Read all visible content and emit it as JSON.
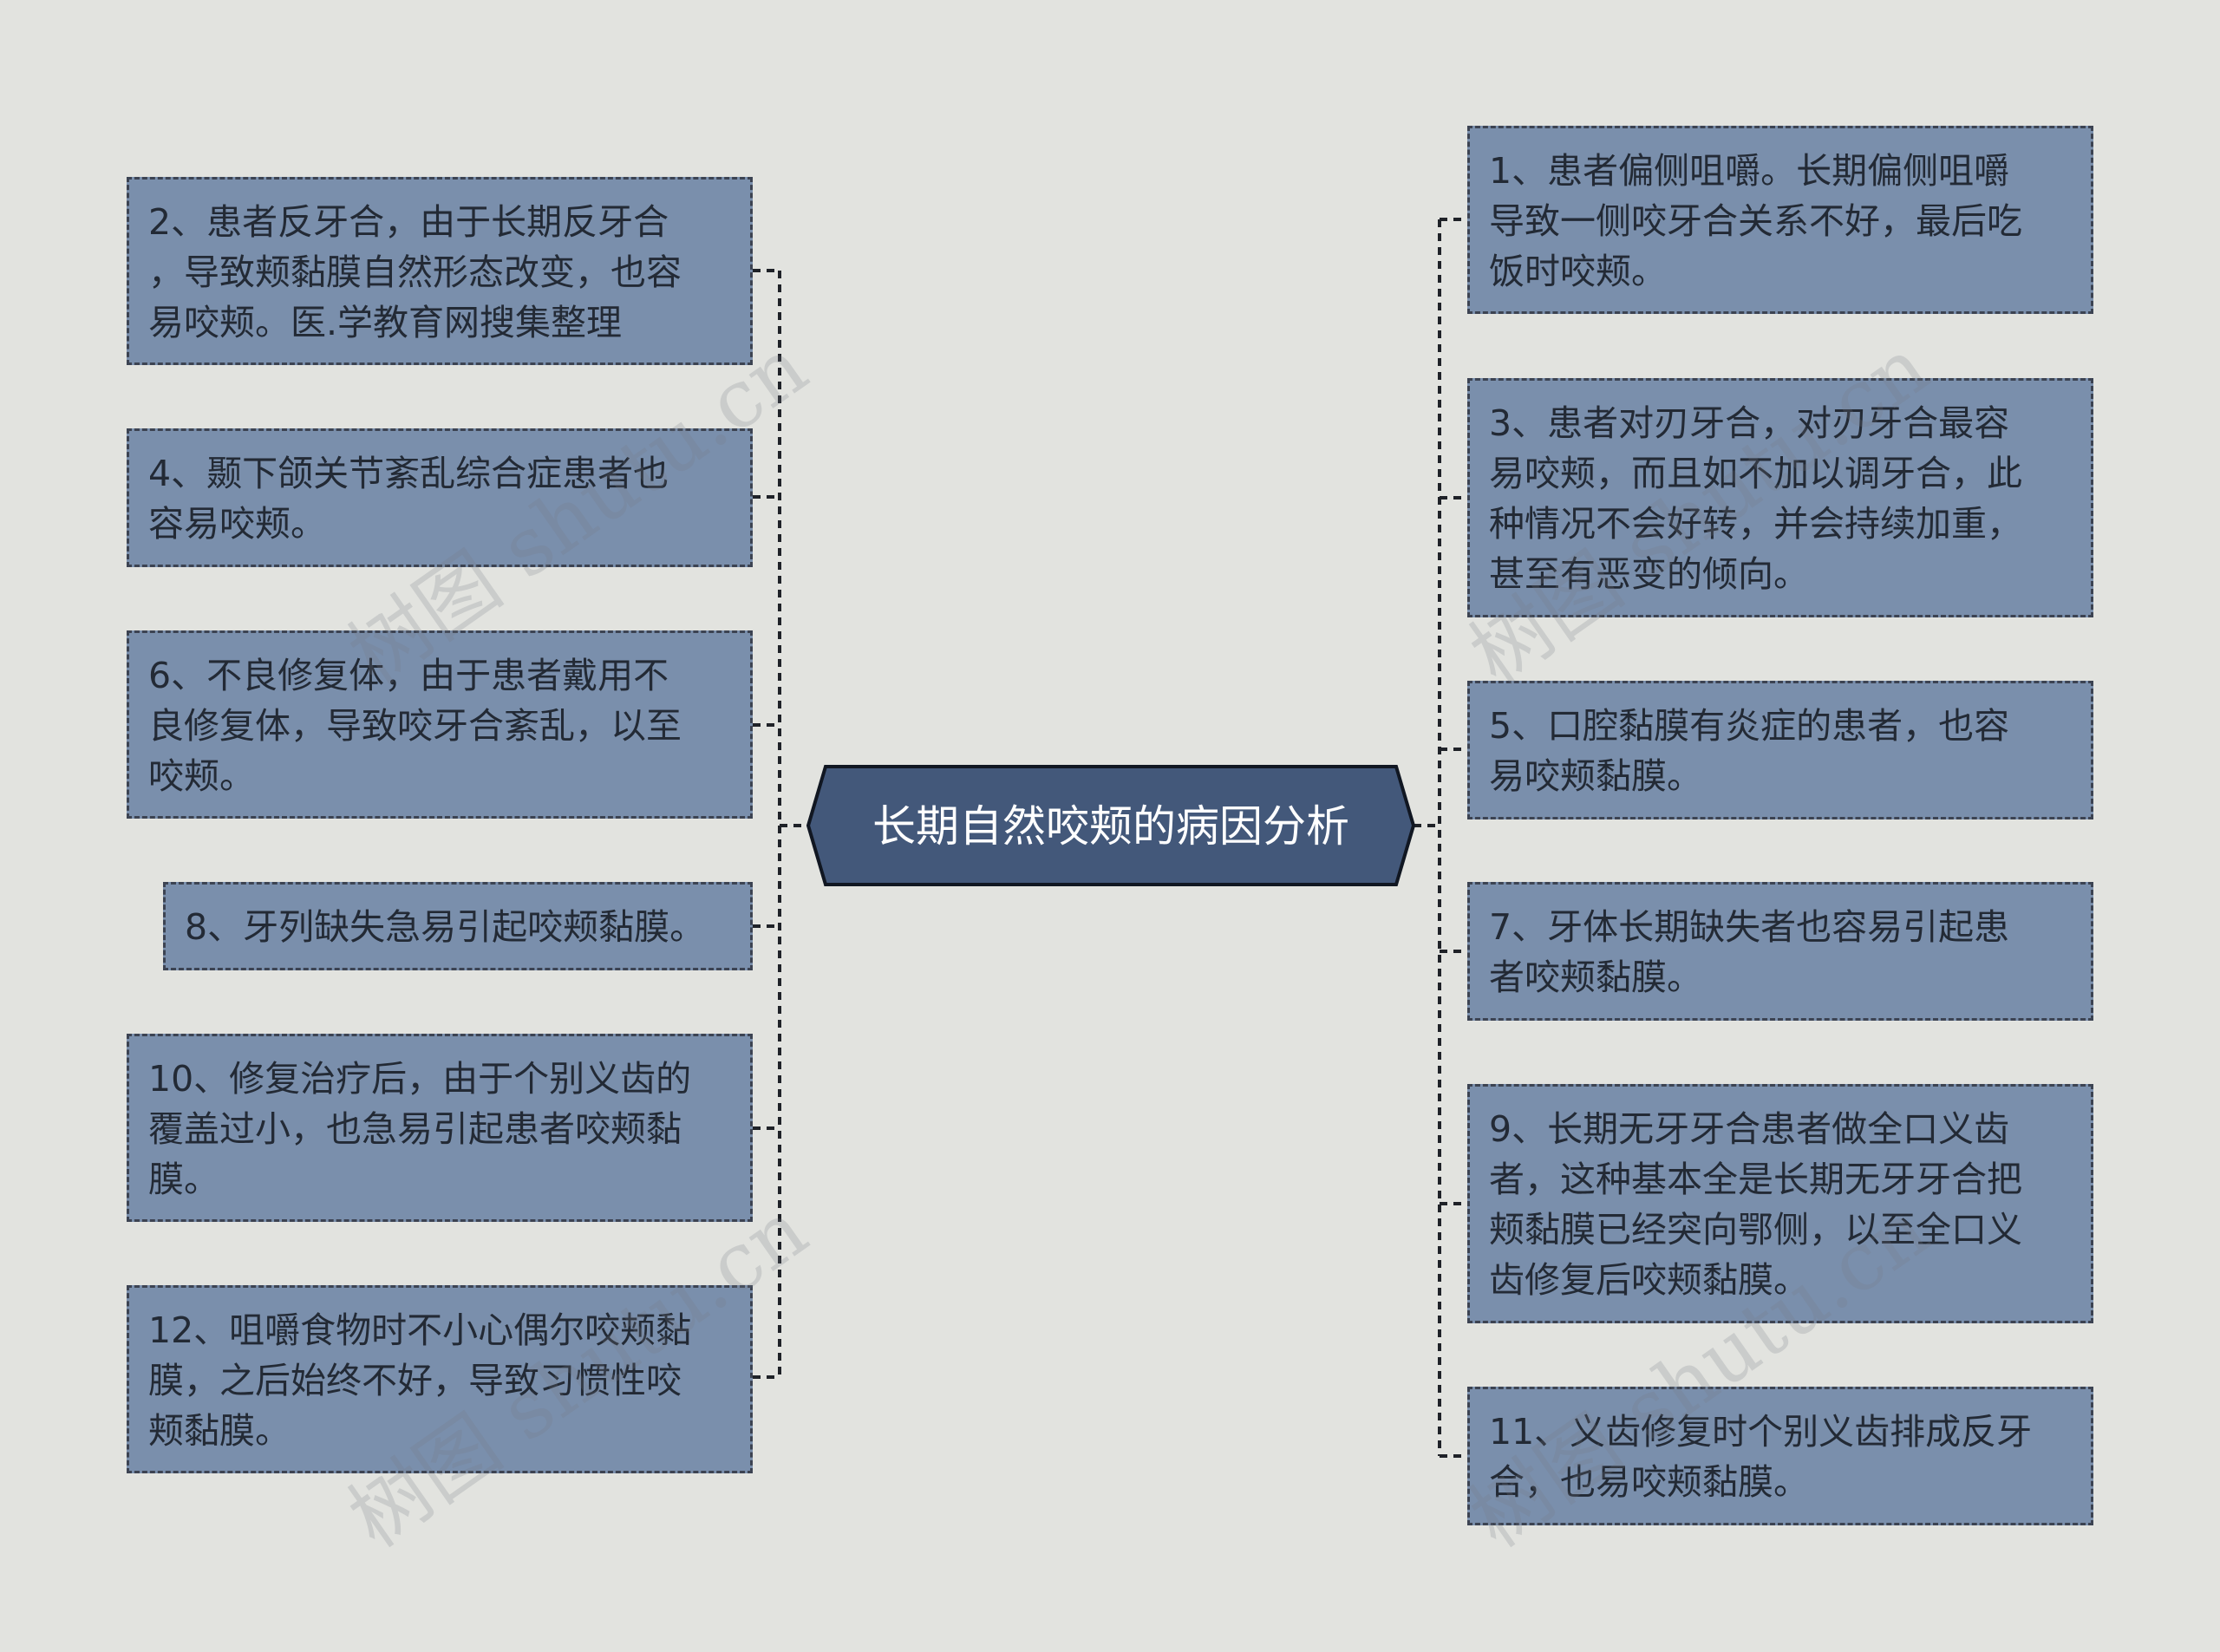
{
  "root": {
    "label": "长期自然咬颊的病因分析"
  },
  "left_nodes": [
    {
      "text": "2、患者反牙合，由于长期反牙合\n，导致颊黏膜自然形态改变，也容\n易咬颊。医.学教育网搜集整理"
    },
    {
      "text": "4、颞下颌关节紊乱综合症患者也\n容易咬颊。"
    },
    {
      "text": "6、不良修复体，由于患者戴用不\n良修复体，导致咬牙合紊乱，以至\n咬颊。"
    },
    {
      "text": "8、牙列缺失急易引起咬颊黏膜。"
    },
    {
      "text": "10、修复治疗后，由于个别义齿的\n覆盖过小，也急易引起患者咬颊黏\n膜。"
    },
    {
      "text": "12、咀嚼食物时不小心偶尔咬颊黏\n膜，之后始终不好，导致习惯性咬\n颊黏膜。"
    }
  ],
  "right_nodes": [
    {
      "text": "1、患者偏侧咀嚼。长期偏侧咀嚼\n导致一侧咬牙合关系不好，最后吃\n饭时咬颊。"
    },
    {
      "text": "3、患者对刃牙合，对刃牙合最容\n易咬颊，而且如不加以调牙合，此\n种情况不会好转，并会持续加重，\n甚至有恶变的倾向。"
    },
    {
      "text": "5、口腔黏膜有炎症的患者，也容\n易咬颊黏膜。"
    },
    {
      "text": "7、牙体长期缺失者也容易引起患\n者咬颊黏膜。"
    },
    {
      "text": "9、长期无牙牙合患者做全口义齿\n者，这种基本全是长期无牙牙合把\n颊黏膜已经突向鄂侧，以至全口义\n齿修复后咬颊黏膜。"
    },
    {
      "text": "11、义齿修复时个别义齿排成反牙\n合，也易咬颊黏膜。"
    }
  ],
  "watermark": "树图 shutu.cn",
  "colors": {
    "background": "#e2e3df",
    "node_fill": "#7a8fac",
    "node_border": "#3c4352",
    "root_fill": "#43587a",
    "root_text": "#ffffff",
    "connector": "#1f2228"
  }
}
